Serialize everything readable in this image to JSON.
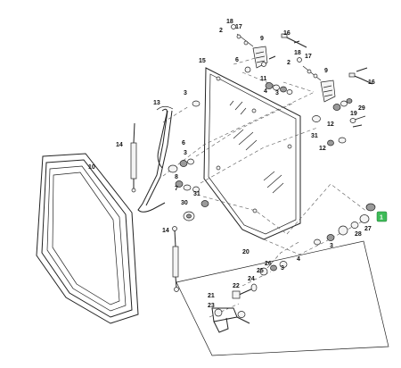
{
  "diagram": {
    "callouts": [
      {
        "id": "c18a",
        "text": "18"
      },
      {
        "id": "c17a",
        "text": "17"
      },
      {
        "id": "c2a",
        "text": "2"
      },
      {
        "id": "c9a",
        "text": "9"
      },
      {
        "id": "c16a",
        "text": "16"
      },
      {
        "id": "c18b",
        "text": "18"
      },
      {
        "id": "c17b",
        "text": "17"
      },
      {
        "id": "c6a",
        "text": "6"
      },
      {
        "id": "c2b",
        "text": "2"
      },
      {
        "id": "c15",
        "text": "15"
      },
      {
        "id": "c9b",
        "text": "9"
      },
      {
        "id": "c16b",
        "text": "16"
      },
      {
        "id": "c11",
        "text": "11"
      },
      {
        "id": "c3a",
        "text": "3"
      },
      {
        "id": "c13",
        "text": "13"
      },
      {
        "id": "c4",
        "text": "4"
      },
      {
        "id": "c3b",
        "text": "3"
      },
      {
        "id": "c29",
        "text": "29"
      },
      {
        "id": "c12a",
        "text": "12"
      },
      {
        "id": "c19",
        "text": "19"
      },
      {
        "id": "c6b",
        "text": "6"
      },
      {
        "id": "c31a",
        "text": "31"
      },
      {
        "id": "c14a",
        "text": "14"
      },
      {
        "id": "c3c",
        "text": "3"
      },
      {
        "id": "c10",
        "text": "10"
      },
      {
        "id": "c12b",
        "text": "12"
      },
      {
        "id": "c8",
        "text": "8"
      },
      {
        "id": "c7",
        "text": "7"
      },
      {
        "id": "c31b",
        "text": "31"
      },
      {
        "id": "c30",
        "text": "30"
      },
      {
        "id": "c1",
        "text": "1"
      },
      {
        "id": "c28",
        "text": "28"
      },
      {
        "id": "c27",
        "text": "27"
      },
      {
        "id": "c3d",
        "text": "3"
      },
      {
        "id": "c14b",
        "text": "14"
      },
      {
        "id": "c20",
        "text": "20"
      },
      {
        "id": "c4b",
        "text": "4"
      },
      {
        "id": "c26",
        "text": "26"
      },
      {
        "id": "c25",
        "text": "25"
      },
      {
        "id": "c3e",
        "text": "3"
      },
      {
        "id": "c24",
        "text": "24"
      },
      {
        "id": "c21",
        "text": "21"
      },
      {
        "id": "c23",
        "text": "23"
      },
      {
        "id": "c22",
        "text": "22"
      }
    ],
    "highlight": {
      "text": "1",
      "color": "#3dbb57"
    }
  }
}
